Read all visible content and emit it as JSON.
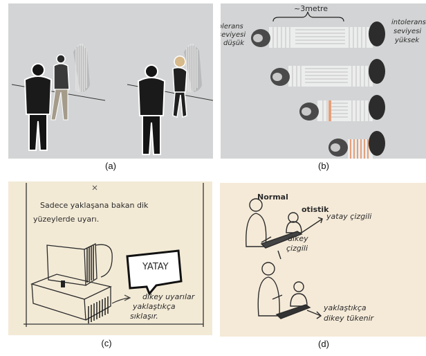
{
  "figure": {
    "captions": [
      "(a)",
      "(b)",
      "(c)",
      "(d)"
    ]
  },
  "panel_b": {
    "distance_label": "~3metre",
    "left_label_lines": [
      "tolerans",
      "seviyesi",
      "düşük"
    ],
    "right_label_lines": [
      "intolerans",
      "seviyesi",
      "yüksek"
    ]
  },
  "panel_c": {
    "note_lines": [
      "Sadece yaklaşana bakan dik",
      "yüzeylerde uyarı."
    ],
    "sign_text": "YATAY",
    "annotation_lines": [
      "dikey uyarılar",
      "yaklaştıkça",
      "sıklaşır."
    ]
  },
  "panel_d": {
    "label_normal": "Normal",
    "label_otistik": "otistik",
    "label_yatay_lines": [
      "yatay çizgili"
    ],
    "label_dikey_lines": [
      "dikey",
      "çizgili"
    ],
    "label_bottom_lines": [
      "yaklaştıkça",
      "dikey tükenir"
    ]
  },
  "colors": {
    "panel_gray": "#d3d4d5",
    "sketch_paper": "#f3ead6",
    "stripe_accent": "#e3a07c"
  }
}
